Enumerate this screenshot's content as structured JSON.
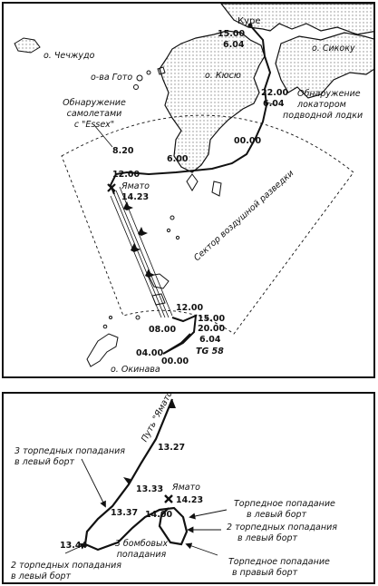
{
  "top_map": {
    "places": {
      "kure": "Куре",
      "cheju": "о. Чечжудо",
      "goto": "о-ва Гото",
      "kyushu": "о. Кюсю",
      "shikoku": "о. Сикоку",
      "okinawa": "о. Окинава"
    },
    "labels": {
      "essex_line1": "Обнаружение",
      "essex_line2": "самолетами",
      "essex_line3": "с \"Essex\"",
      "sub_line1": "Обнаружение",
      "sub_line2": "локатором",
      "sub_line3": "подводной лодки",
      "sector": "Сектор воздушной разведки",
      "yamato": "Ямато",
      "yamato_time": "14.23",
      "tg58": "TG 58"
    },
    "times": {
      "t1500": "15.00",
      "t0604a": "6.04",
      "t2200": "22.00",
      "t0604b": "6.04",
      "t0000a": "00.00",
      "t0600": "6.00",
      "t0820": "8.20",
      "t1200a": "12.00",
      "t1200b": "12.00",
      "t1500b": "15.00",
      "t0800": "08.00",
      "t2000": "20.00",
      "t0604c": "6.04",
      "t0400": "04.00",
      "t0000b": "00.00"
    }
  },
  "bottom_map": {
    "path_label": "Путь \"Ямато\"",
    "times": {
      "t1327": "13.27",
      "t1333": "13.33",
      "t1337": "13.37",
      "t1400": "14.00",
      "t1344": "13.44"
    },
    "yamato": "Ямато",
    "yamato_time": "14.23",
    "annotations": {
      "a1_l1": "3 торпедных попадания",
      "a1_l2": "в левый борт",
      "a2_l1": "Торпедное попадание",
      "a2_l2": "в левый борт",
      "a3_l1": "2 торпедных попадания",
      "a3_l2": "в левый борт",
      "a4_l1": "3 бомбовых",
      "a4_l2": "попадания",
      "a5_l1": "Торпедное попадание",
      "a5_l2": "в правый борт",
      "a6_l1": "2 торпедных попадания",
      "a6_l2": "в левый борт"
    }
  },
  "colors": {
    "ink": "#111111",
    "paper": "#ffffff",
    "land_dots": "#9a9a9a"
  }
}
